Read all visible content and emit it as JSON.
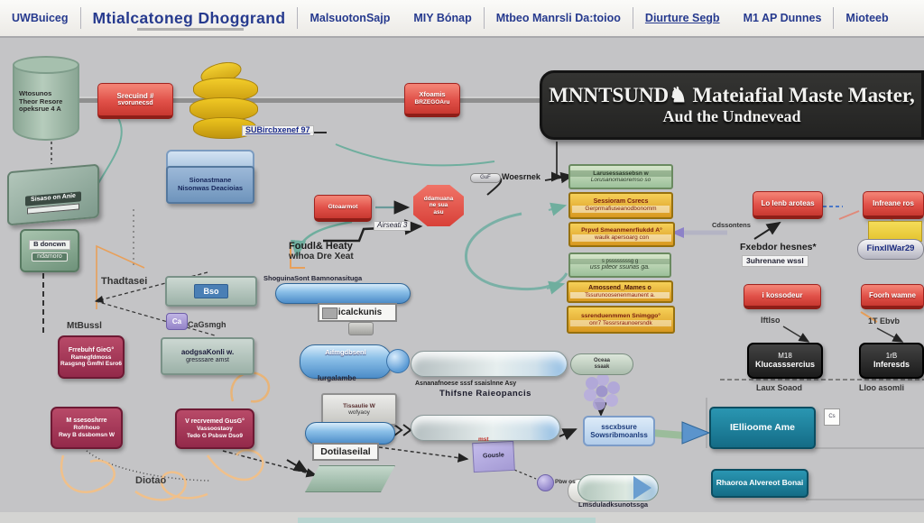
{
  "menu": {
    "items": [
      "UWBuiceg",
      "Mtialcatoneg Dhoggrand",
      "MalsuotonSajp",
      "MIY Bónap",
      "Mtbeo Manrsli Da:toioo",
      "Diurture Segb",
      "M1 AP Dunnes",
      "Mioteeb"
    ]
  },
  "banner": {
    "line1": "MNNTSUND♞ Mateiafial Maste Master,",
    "line2": "Aud the Undnevead"
  },
  "left": {
    "cylinder": {
      "l1": "Wtosunos",
      "l2": "Theor Resore",
      "l3": "opeksrue 4 A"
    },
    "machine_label": "Sisaso on Anie",
    "green_box": {
      "l1": "B doncwn",
      "l2": "ndamoro"
    },
    "red_box": {
      "l1": "Srecuind #",
      "l2": "svorunecsd"
    },
    "maroon1": {
      "l1": "Frrebuhf GieG°",
      "l2": "Ramegfdmoss",
      "l3": "Rasgsng Gmfhl Esro6"
    },
    "maroon2": {
      "l1": "M ssesoshrre",
      "l2": "Rofrhouo",
      "l3": "Rwy B dssbomsn W"
    },
    "maroon3": {
      "l1": "V recrvemed GusG°",
      "l2": "Vassoostaoy",
      "l3": "Tedo G Psbsw Dso9"
    },
    "labels": {
      "thadtasei": "Thadtasei",
      "mtbussl": "MtBussl",
      "diotao": "Diotao"
    }
  },
  "mid": {
    "sub_label": "SUBircbxenef 97",
    "red_small": {
      "l1": "Xfoamis",
      "l2": "BRZEGOAru"
    },
    "tray": {
      "l1": "Sionastmane",
      "l2": "Nisonwas Deacioias"
    },
    "guf_pill": "GuF",
    "woesrnek": "Woesrnek",
    "red_gto": "Gtoaarmot",
    "octagon": {
      "l1": "ddamuana",
      "l2": "ne sua",
      "l3": "asu"
    },
    "airseati": "Airseati 3",
    "foudl": {
      "l1": "Foudl& Heaty",
      "l2": "wlhoa Dre Xeat"
    },
    "bso": "Bso",
    "shoguina": "ShoguinaSont Bamnonasituga",
    "dicalck": "dicalckunis",
    "ca_icon": "Ca",
    "ca_label": "CaGsmgh",
    "greybar2": {
      "l1": "aodgsaKonli w.",
      "l2": "gresssare amst"
    },
    "bluepill2": "Aifmgdbsenl",
    "iurg": "Iurgalambe",
    "bigpill_label1": "Asnanafnoese sssf ssaislnne Asy",
    "bigpill_label2": "Thifsne Raieopancis",
    "oceaa": {
      "l1": "Oceaa",
      "l2": "ssaak"
    },
    "whitebox": {
      "l1": "Tissaulie W",
      "l2": "wofyaoy"
    },
    "dotil": "Dotilaseilal",
    "note": "Gousle",
    "note_tag": "mst",
    "pbw": "Pbw os",
    "teal_pill_label": "Lmsduladksunotssga"
  },
  "stack": {
    "boxes": [
      {
        "l1": "Larusessassebsn w",
        "l2": "Lorusanomaoremso so"
      },
      {
        "l1": "Sessioram Csrecs",
        "l2": "Gerprmafiuseanodbonomm"
      },
      {
        "l1": "Prpvd Smeanmenrfiukdd A°",
        "l2": "waulk apersoarg con"
      },
      {
        "l1": "s pssssssssg g",
        "l2": "uss piteor ssunas ga."
      },
      {
        "l1": "Amossend_Mames o",
        "l2": "Tssurunoosenenmaunent a."
      },
      {
        "l1": "ssrenduenmmen Snimggo°",
        "l2": "onr7 Tessrsraunoersndk"
      }
    ]
  },
  "right": {
    "redA": "Lo lenb aroteas",
    "redB": "Infreane ros",
    "greypill": "FinxllWar29",
    "cdssontens": "Cdssontens",
    "fxebdo1": "Fxebdor hesnes*",
    "fxebdo2": "3uhrenane wssl",
    "redC": "i kossodeur",
    "redD": "Foorh wamne",
    "iftlso": "Iftlso",
    "itebvb": "1T Ebvb",
    "black1": {
      "l1": "M18",
      "l2": "Klucasssercius"
    },
    "black2": {
      "l1": "1rB",
      "l2": "Inferesds"
    },
    "laux": "Laux Soaod",
    "lloo": "Lloo asomli",
    "lightblue": {
      "l1": "sscxbsure",
      "l2": "Sowsribmoanlss"
    },
    "teal1": "IEllioome Ame",
    "teal2": "Rhaoroa Alvereot Bonai",
    "cs_icon": "Cs"
  },
  "colors": {
    "canvas": "#c4c4c6",
    "red": "#d84a42",
    "maroon": "#993052",
    "orange": "#e2a62c",
    "green": "#a2c29e",
    "teal_box": "#1b7e99",
    "blue_pill": "#5b9bd5",
    "black_box": "#232322",
    "navy_text": "#263a8e"
  }
}
